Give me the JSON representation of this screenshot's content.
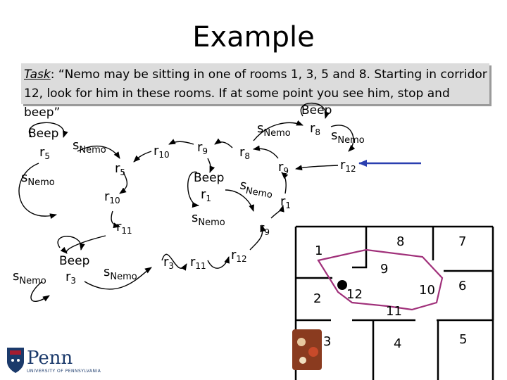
{
  "title": "Example",
  "task": {
    "label": "Task",
    "text": ": “Nemo may be sitting in one of rooms 1, 3, 5 and 8. Starting in corridor 12, look for him in these rooms. If at some point you see him, stop and beep”"
  },
  "labels": {
    "beep": "Beep",
    "s": "s",
    "nemo_sub": "Nemo",
    "r": "r"
  },
  "rooms": [
    "1",
    "2",
    "3",
    "4",
    "5",
    "6",
    "7",
    "8",
    "9",
    "10",
    "11",
    "12"
  ],
  "logo": {
    "name": "Penn",
    "sub": "UNIVERSITY OF PENNSYLVANIA"
  },
  "colors": {
    "arrow": "#2a3fb0",
    "corridor": "#a0307a",
    "walls": "#000000"
  }
}
